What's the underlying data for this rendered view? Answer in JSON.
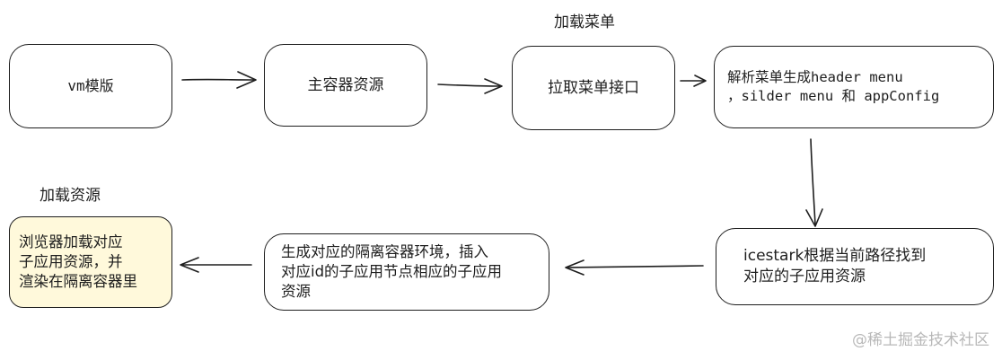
{
  "labels": {
    "load_menu": "加载菜单",
    "load_resources": "加载资源"
  },
  "nodes": {
    "vm_template": "vm模版",
    "main_container": "主容器资源",
    "fetch_menu_api": "拉取菜单接口",
    "parse_menu": {
      "line1": "解析菜单生成header menu",
      "line2": "，silder menu 和 appConfig"
    },
    "icestark_find": {
      "line1": "icestark根据当前路径找到",
      "line2": "对应的子应用资源"
    },
    "isolated_env": {
      "line1": "生成对应的隔离容器环境，插入",
      "line2": "对应id的子应用节点相应的子应用",
      "line3": "资源"
    },
    "browser_render": {
      "line1": "浏览器加载对应",
      "line2": "子应用资源，并",
      "line3": "渲染在隔离容器里"
    }
  },
  "watermark": "@稀土掘金技术社区"
}
